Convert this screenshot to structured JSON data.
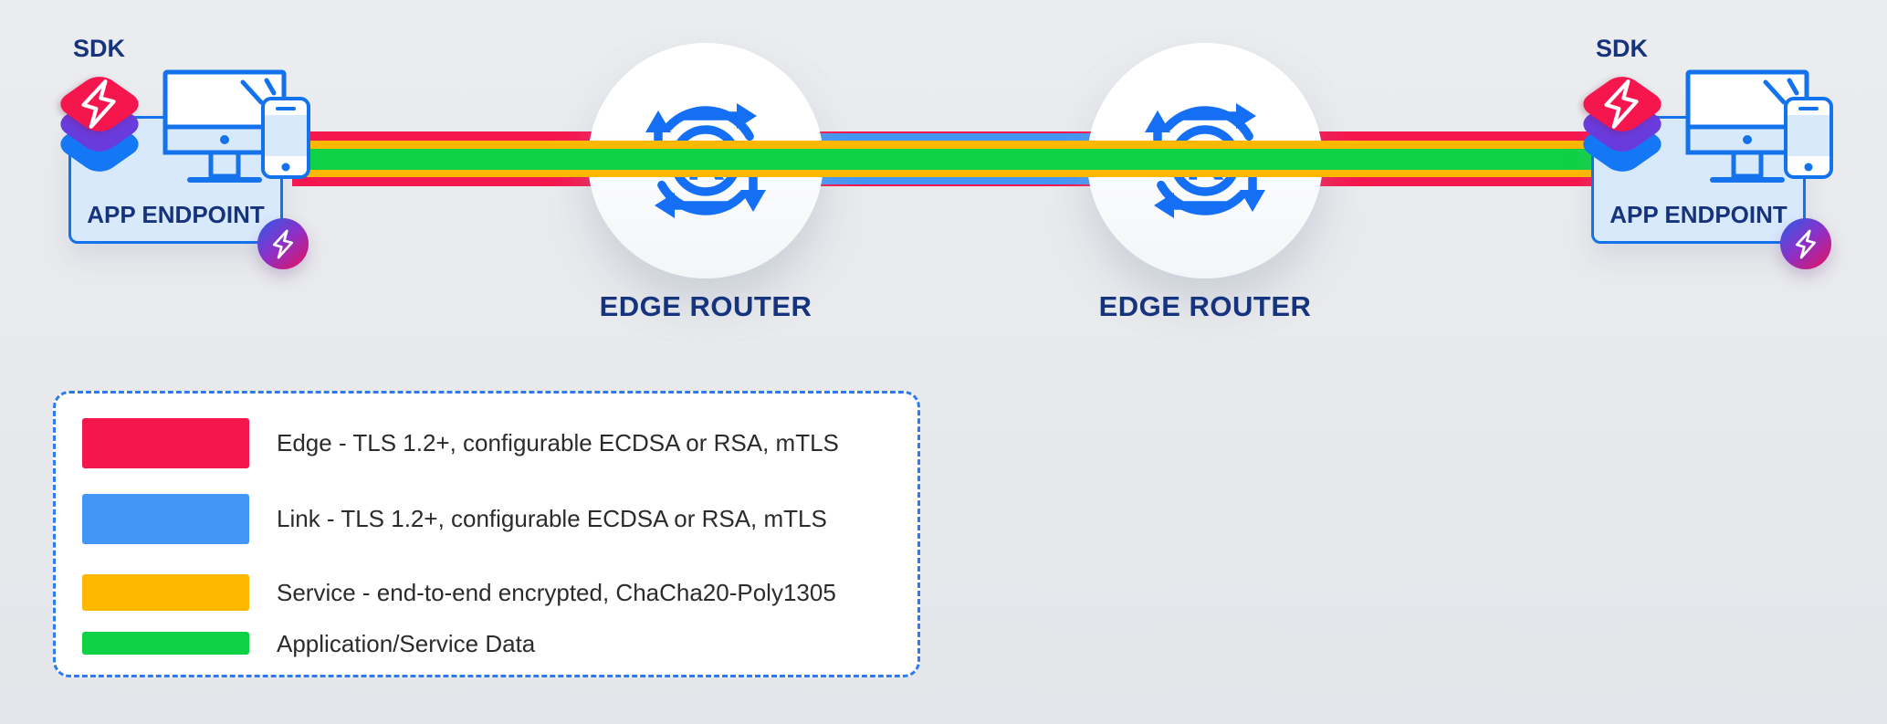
{
  "palette": {
    "background": "#E8EAED",
    "edge_red": "#F6164E",
    "link_blue": "#4496F5",
    "service_yellow": "#FFB800",
    "data_green": "#0ED145",
    "outline_blue": "#1372EC",
    "icon_blue": "#146FF4",
    "light_blue_fill": "#D9E9FC",
    "navy_text": "#16337E",
    "legend_border": "#2E7BF0",
    "legend_text": "#2B2B2B",
    "badge_gradient": [
      "#2B5CE6",
      "#8A31C9",
      "#E8115B"
    ],
    "sdk_stack_colors": [
      "#F5164E",
      "#6A3BDC",
      "#1377F6"
    ]
  },
  "endpoints": {
    "left": {
      "sdk_label": "SDK",
      "label": "APP ENDPOINT"
    },
    "right": {
      "sdk_label": "SDK",
      "label": "APP ENDPOINT"
    }
  },
  "routers": {
    "left": {
      "label": "EDGE ROUTER",
      "initial": "R"
    },
    "right": {
      "label": "EDGE ROUTER",
      "initial": "R"
    }
  },
  "legend": {
    "items": [
      {
        "name": "edge",
        "color": "#F6164E",
        "label": "Edge - TLS 1.2+, configurable ECDSA or RSA, mTLS"
      },
      {
        "name": "link",
        "color": "#4496F5",
        "label": "Link - TLS 1.2+, configurable ECDSA or RSA, mTLS"
      },
      {
        "name": "service",
        "color": "#FFB800",
        "label": "Service - end-to-end encrypted, ChaCha20-Poly1305"
      },
      {
        "name": "data",
        "color": "#0ED145",
        "label": "Application/Service Data"
      }
    ]
  }
}
